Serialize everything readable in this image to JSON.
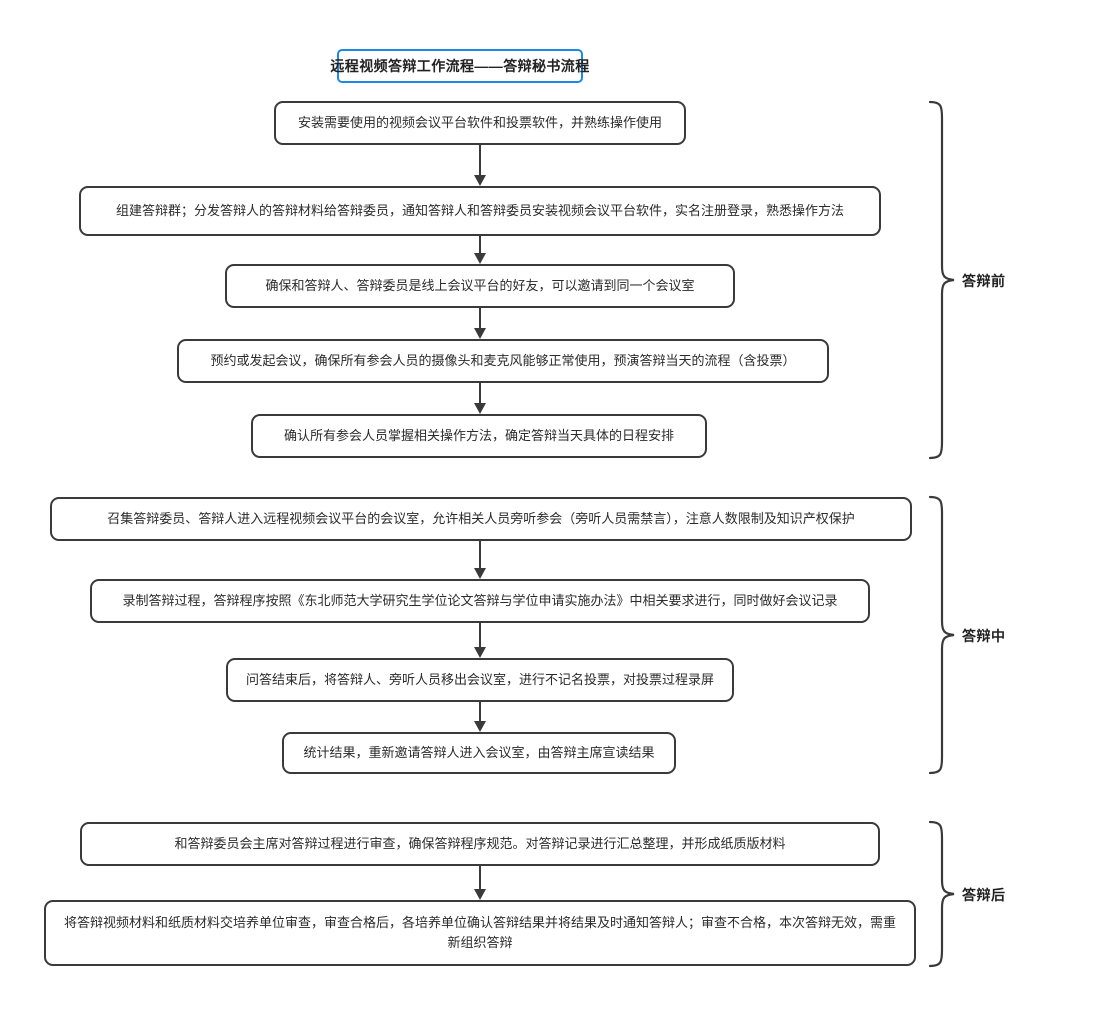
{
  "title": {
    "text": "远程视频答辩工作流程——答辩秘书流程",
    "border_color": "#1e88e5"
  },
  "theme": {
    "node_border_color": "#3a3a3a",
    "arrow_color": "#3a3a3a",
    "text_color": "#2b2b2b",
    "background": "#ffffff"
  },
  "phases": [
    {
      "label": "答辩前"
    },
    {
      "label": "答辩中"
    },
    {
      "label": "答辩后"
    }
  ],
  "nodes": [
    {
      "id": "n1",
      "phase": "答辩前",
      "text": "安装需要使用的视频会议平台软件和投票软件，并熟练操作使用"
    },
    {
      "id": "n2",
      "phase": "答辩前",
      "text": "组建答辩群；分发答辩人的答辩材料给答辩委员，通知答辩人和答辩委员安装视频会议平台软件，实名注册登录，熟悉操作方法"
    },
    {
      "id": "n3",
      "phase": "答辩前",
      "text": "确保和答辩人、答辩委员是线上会议平台的好友，可以邀请到同一个会议室"
    },
    {
      "id": "n4",
      "phase": "答辩前",
      "text": "预约或发起会议，确保所有参会人员的摄像头和麦克风能够正常使用，预演答辩当天的流程（含投票）"
    },
    {
      "id": "n5",
      "phase": "答辩前",
      "text": "确认所有参会人员掌握相关操作方法，确定答辩当天具体的日程安排"
    },
    {
      "id": "n6",
      "phase": "答辩中",
      "text": "召集答辩委员、答辩人进入远程视频会议平台的会议室，允许相关人员旁听参会（旁听人员需禁言），注意人数限制及知识产权保护"
    },
    {
      "id": "n7",
      "phase": "答辩中",
      "text": "录制答辩过程，答辩程序按照《东北师范大学研究生学位论文答辩与学位申请实施办法》中相关要求进行，同时做好会议记录"
    },
    {
      "id": "n8",
      "phase": "答辩中",
      "text": "问答结束后，将答辩人、旁听人员移出会议室，进行不记名投票，对投票过程录屏"
    },
    {
      "id": "n9",
      "phase": "答辩中",
      "text": "统计结果，重新邀请答辩人进入会议室，由答辩主席宣读结果"
    },
    {
      "id": "n10",
      "phase": "答辩后",
      "text": "和答辩委员会主席对答辩过程进行审查，确保答辩程序规范。对答辩记录进行汇总整理，并形成纸质版材料"
    },
    {
      "id": "n11",
      "phase": "答辩后",
      "text": "将答辩视频材料和纸质材料交培养单位审查，审查合格后，各培养单位确认答辩结果并将结果及时通知答辩人；审查不合格，本次答辩无效，需重新组织答辩"
    }
  ]
}
